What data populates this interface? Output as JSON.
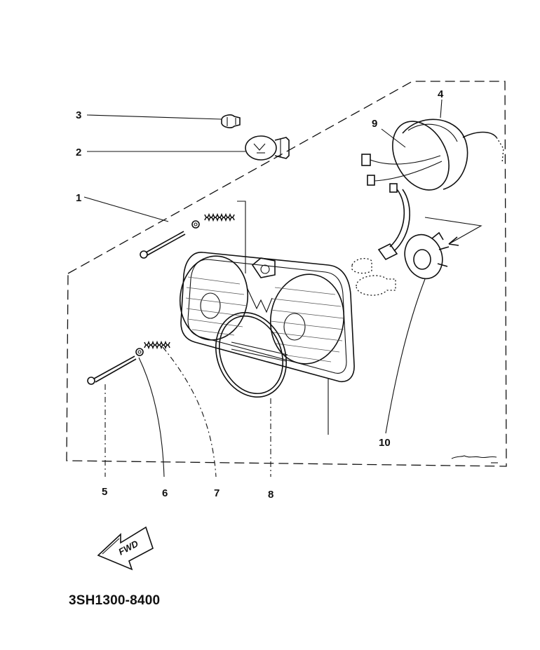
{
  "callouts": {
    "c1": "1",
    "c2": "2",
    "c3": "3",
    "c4": "4",
    "c5": "5",
    "c6": "6",
    "c7": "7",
    "c8": "8",
    "c9": "9",
    "c10": "10"
  },
  "fwd_label": "FWD",
  "part_code": "3SH1300-8400",
  "colors": {
    "ink": "#111111",
    "paper": "#ffffff"
  }
}
